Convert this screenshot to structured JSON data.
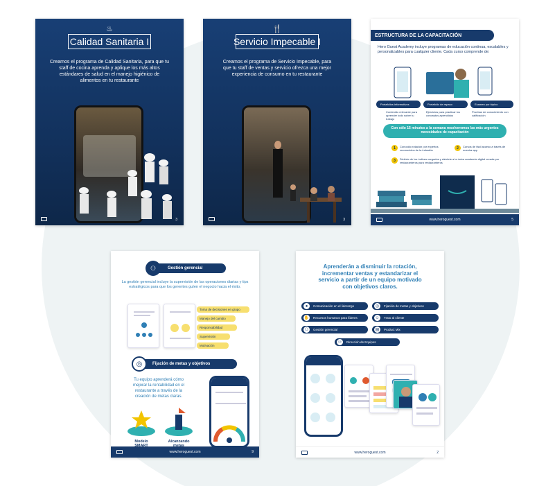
{
  "page1": {
    "title": "Calidad Sanitaria I",
    "intro": "Creamos el programa de Calidad Sanitaria, para que tu staff de cocina aprenda y aplique los más altos estándares de salud en el manejo higiénico de alimentos en tu restaurante",
    "page_number": "3"
  },
  "page2": {
    "title": "Servicio Impecable I",
    "intro": "Creamos el programa de Servicio Impecable, para que tu staff de ventas y servicio ofrezca una mejor experiencia de consumo en tu restaurante",
    "page_number": "3"
  },
  "page3": {
    "header": "ESTRUCTURA DE LA CAPACITACIÓN",
    "intro": "Hero Guest Academy incluye programas de educación continua, escalables y personalizables para cualquier cliente. Cada curso comprende de:",
    "columns": [
      {
        "title": "Portafolios informativos",
        "text": "Contenido relevante para aprender todo sobre tu trabajo"
      },
      {
        "title": "Portafolio de repaso",
        "text": "Ejercicios para practicar los conceptos aprendidos"
      },
      {
        "title": "Examen por tópico",
        "text": "Pruebas de conocimiento con calificación"
      }
    ],
    "highlight": "Con sólo 15 minutos a la semana resolveremos las más urgentes necesidades de capacitación",
    "points": [
      {
        "n": "1",
        "text": "Conocido rotación por expertos reconocidos de la industria"
      },
      {
        "n": "2",
        "text": "Cursos de fácil acceso a través de nuestra app"
      },
      {
        "n": "3",
        "text": "Diviérte de los índices cargados y siéntete a la única academia digital creada por restauranteros para restauranteros"
      }
    ],
    "footer_url": "www.heroguest.com",
    "page_number": "5"
  },
  "page4": {
    "section1": "Gestión gerencial",
    "intro": "La gestión gerencial incluye la supervisión de las operaciones diarias y tips estratégicos para que los gerentes guíen el negocio hacia el éxito.",
    "tags": [
      "Toma de decisiones en grupo",
      "Manejo del cambio",
      "Responsabilidad",
      "Supervisión",
      "Motivación"
    ],
    "section2": "Fijación de metas y objetivos",
    "goal_text": "Tu equipo aprenderá cómo mejorar la rentabilidad en el restaurante a través de la creación de metas claras.",
    "model1": "Modelo SMART",
    "model2": "Alcanzando metas",
    "footer_url": "www.heroguest.com",
    "page_number": "9"
  },
  "page5": {
    "heading": "Aprenderán a disminuir la rotación, incrementar ventas y estandarizar el servicio a partir de un equipo motivado con objetivos claros.",
    "topics_left": [
      "Comunicación en el liderazgo",
      "Recursos humanos para líderes",
      "Gestión gerencial"
    ],
    "topics_right": [
      "Fijación de metas y objetivos",
      "Trato al cliente",
      "Product Mix"
    ],
    "topic_center": "Dirección de Equipos",
    "footer_url": "www.heroguest.com",
    "page_number": "2"
  }
}
